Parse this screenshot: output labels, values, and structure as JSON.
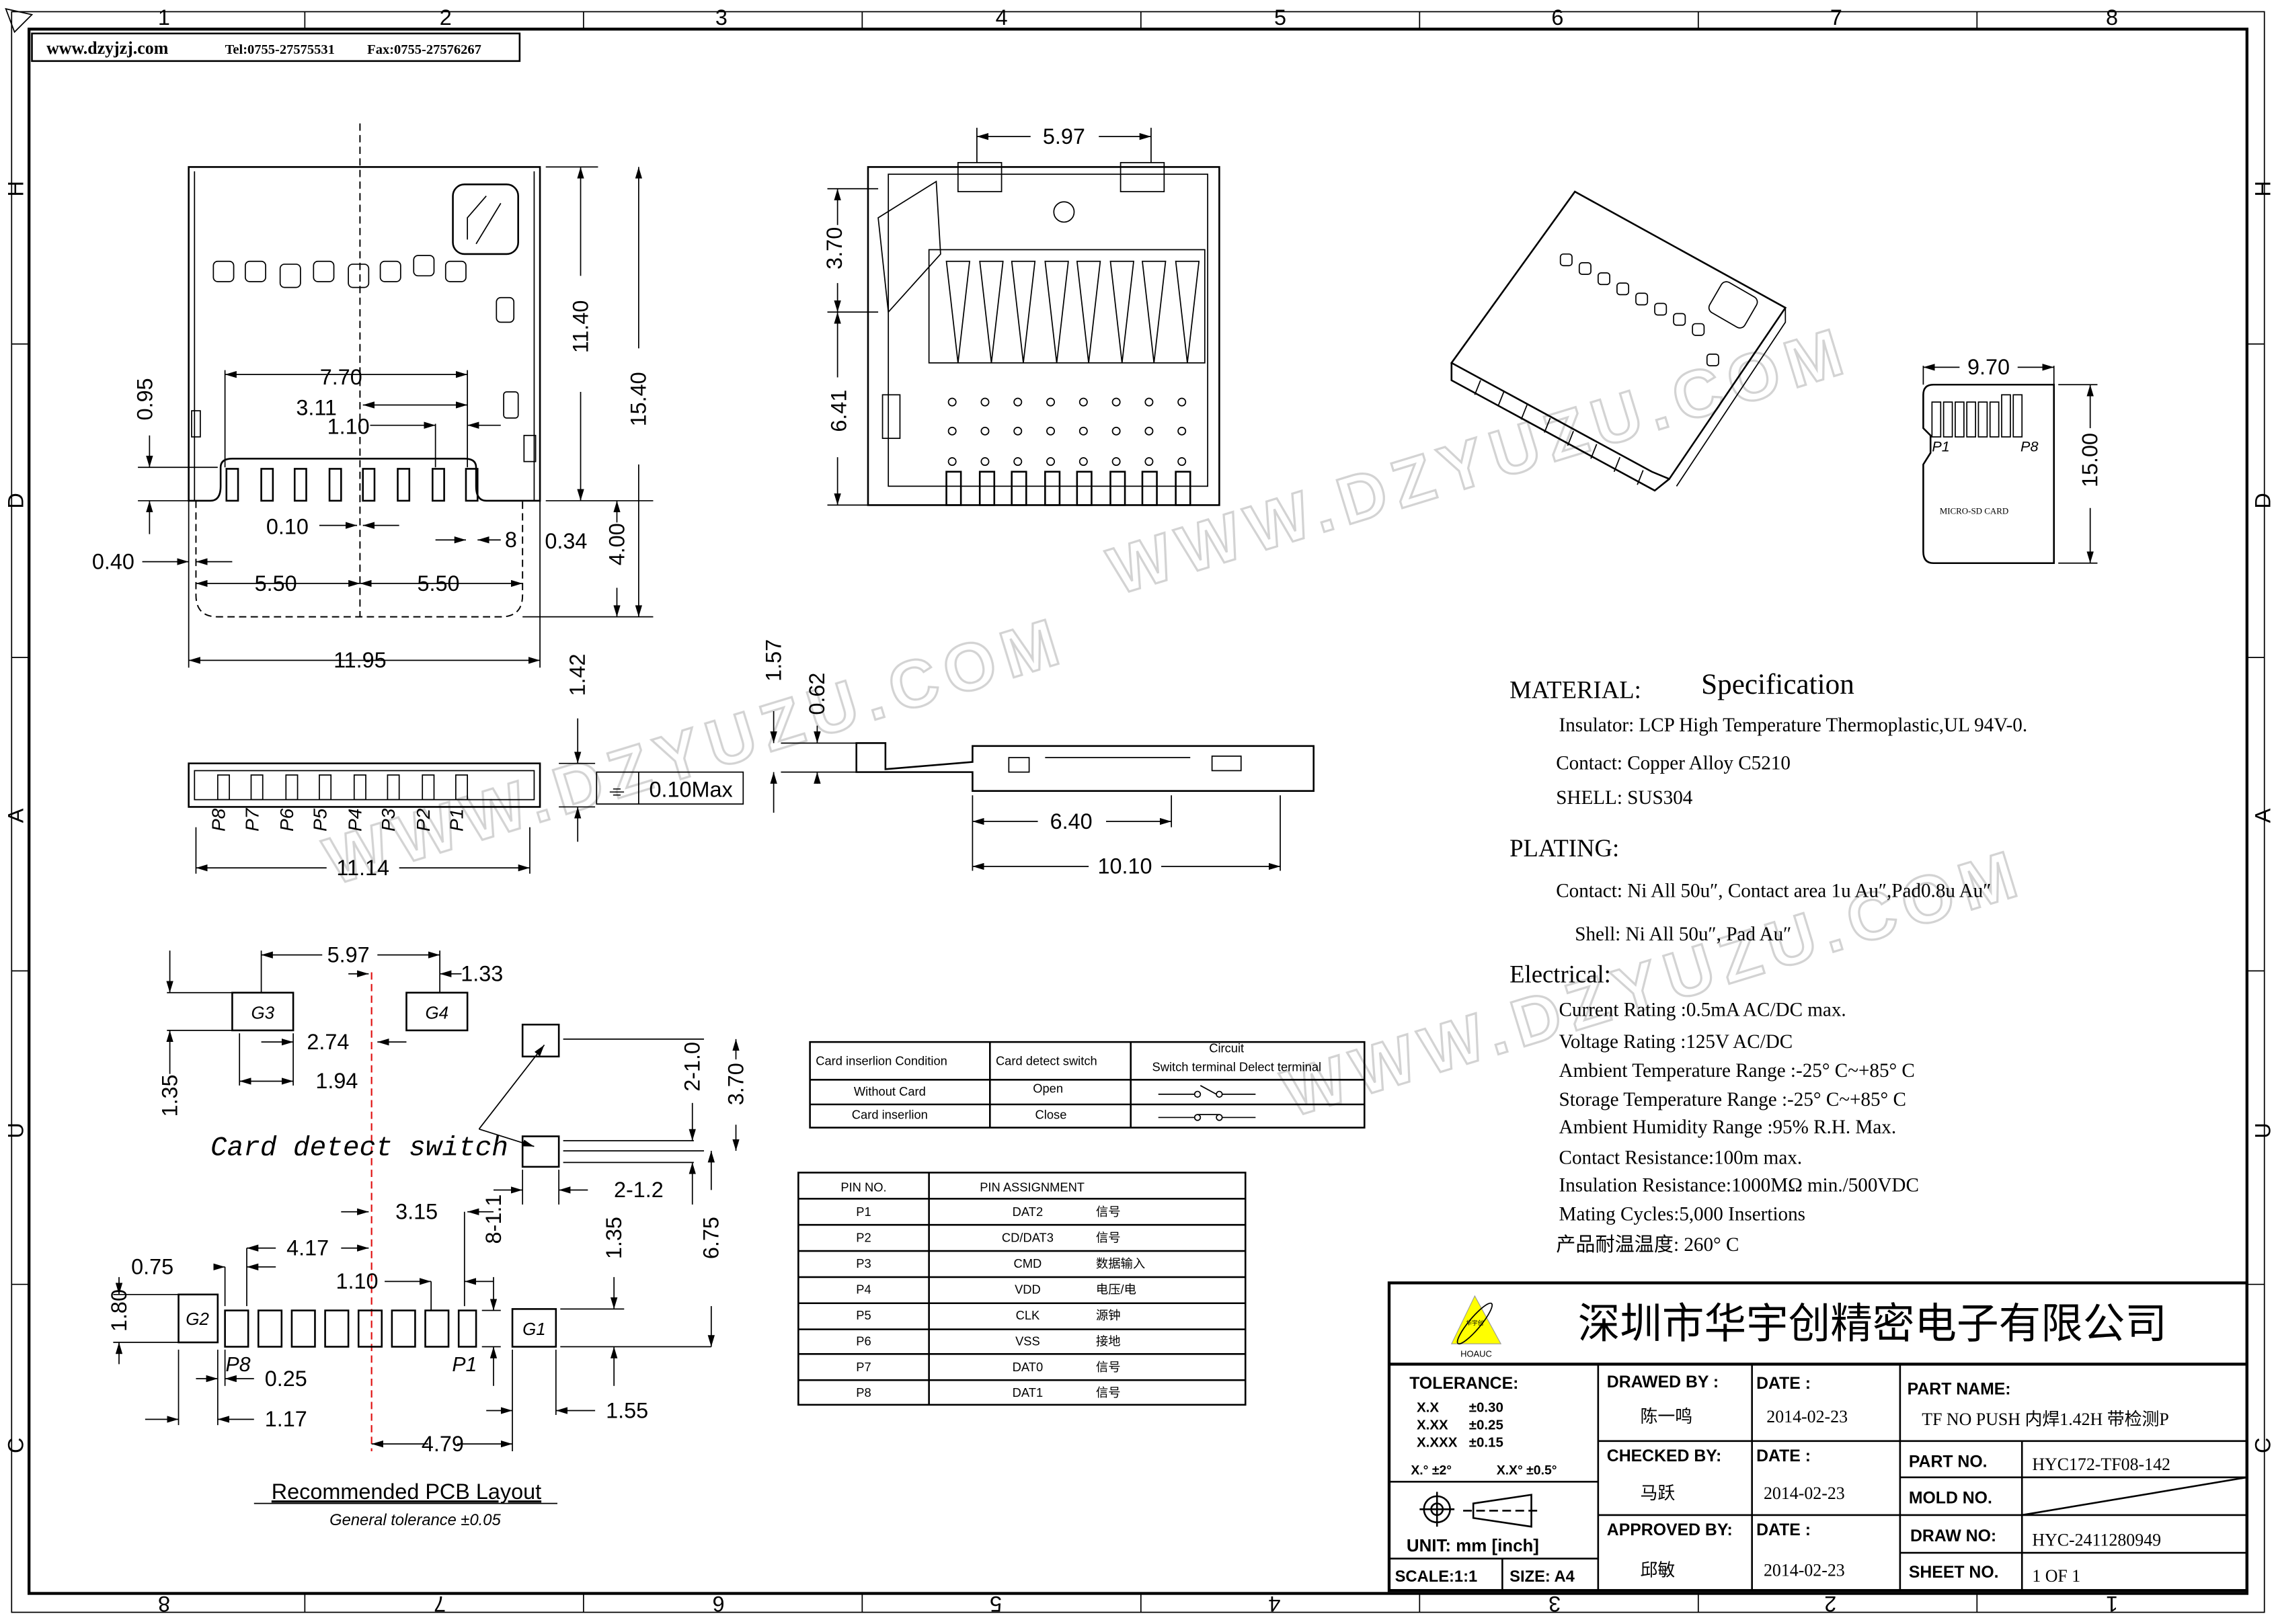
{
  "header": {
    "website": "www.dzyjzj.com",
    "tel": "Tel:0755-27575531",
    "fax": "Fax:0755-27576267"
  },
  "grid": {
    "columns_top": [
      "1",
      "2",
      "3",
      "4",
      "5",
      "6",
      "7",
      "8"
    ],
    "columns_bottom": [
      "8",
      "7",
      "6",
      "5",
      "4",
      "3",
      "2",
      "1"
    ],
    "rows": [
      "H",
      "D",
      "A",
      "U",
      "C"
    ]
  },
  "watermark": "WWW.DZYUZU.COM",
  "colors": {
    "centerline": "#e01010",
    "logo_yellow": "#ffff00",
    "line": "#000000"
  },
  "top_view": {
    "dims": [
      "0.95",
      "7.70",
      "3.11",
      "1.10",
      "0.10",
      "8",
      "0.34",
      "0.40",
      "5.50",
      "5.50",
      "11.95",
      "11.40",
      "15.40",
      "4.00"
    ]
  },
  "front_view": {
    "dims": [
      "5.97",
      "3.70",
      "6.41"
    ]
  },
  "card": {
    "width": "9.70",
    "height": "15.00",
    "p1": "P1",
    "p8": "P8",
    "label": "MICRO-SD CARD"
  },
  "side_view": {
    "dims": [
      "1.42",
      "0.10Max",
      "11.14"
    ],
    "flatness_symbol": "⌯",
    "pins": [
      "P8",
      "P7",
      "P6",
      "P5",
      "P4",
      "P3",
      "P2",
      "P1"
    ]
  },
  "side_view_2": {
    "dims": [
      "1.57",
      "0.62",
      "6.40",
      "10.10"
    ]
  },
  "pcb": {
    "title": "Recommended PCB Layout",
    "subtitle": "General tolerance ±0.05",
    "pads": {
      "g1": "G1",
      "g2": "G2",
      "g3": "G3",
      "g4": "G4",
      "p1": "P1",
      "p8": "P8"
    },
    "switch_label": "Card detect switch",
    "dims": [
      "5.97",
      "1.33",
      "2.74",
      "1.94",
      "1.35",
      "2-1.0",
      "3.70",
      "2-1.2",
      "3.15",
      "8-1.1",
      "1.35",
      "6.75",
      "4.17",
      "0.75",
      "1.10",
      "1.80",
      "0.25",
      "1.17",
      "1.55",
      "4.79"
    ]
  },
  "switch_table": {
    "headers": [
      "Card inserlion Condition",
      "Card detect switch",
      "Circuit",
      "Switch terminal Delect terminal"
    ],
    "rows": [
      {
        "condition": "Without Card",
        "state": "Open"
      },
      {
        "condition": "Card inserlion",
        "state": "Close"
      }
    ]
  },
  "pin_table": {
    "headers": [
      "PIN NO.",
      "PIN ASSIGNMENT"
    ],
    "rows": [
      {
        "pin": "P1",
        "signal": "DAT2",
        "desc": "信号"
      },
      {
        "pin": "P2",
        "signal": "CD/DAT3",
        "desc": "信号"
      },
      {
        "pin": "P3",
        "signal": "CMD",
        "desc": "数据输入"
      },
      {
        "pin": "P4",
        "signal": "VDD",
        "desc": "电压/电"
      },
      {
        "pin": "P5",
        "signal": "CLK",
        "desc": "源钟"
      },
      {
        "pin": "P6",
        "signal": "VSS",
        "desc": "接地"
      },
      {
        "pin": "P7",
        "signal": "DAT0",
        "desc": "信号"
      },
      {
        "pin": "P8",
        "signal": "DAT1",
        "desc": "信号"
      }
    ]
  },
  "spec": {
    "title": "Specification",
    "material_heading": "MATERIAL:",
    "material": [
      "Insulator: LCP High Temperature Thermoplastic,UL 94V-0.",
      "Contact: Copper Alloy C5210",
      "SHELL: SUS304"
    ],
    "plating_heading": "PLATING:",
    "plating": [
      "Contact: Ni All 50u″, Contact area 1u Au″,Pad0.8u Au″",
      "Shell: Ni All 50u″, Pad Au″"
    ],
    "electrical_heading": "Electrical:",
    "electrical": [
      "Current Rating :0.5mA AC/DC max.",
      "Voltage Rating :125V AC/DC",
      "Ambient Temperature Range :-25° C~+85° C",
      "Storage Temperature Range :-25° C~+85° C",
      "Ambient Humidity Range :95% R.H. Max.",
      "Contact Resistance:100m  max.",
      "Insulation Resistance:1000MΩ min./500VDC",
      "Mating Cycles:5,000 Insertions",
      "产品耐温温度: 260° C"
    ]
  },
  "title_block": {
    "company": "深圳市华宇创精密电子有限公司",
    "logo_text": "HOAUC",
    "logo_cn": "华宇创",
    "tolerance_label": "TOLERANCE:",
    "tolerances": [
      {
        "fmt": "X.X",
        "val": "±0.30"
      },
      {
        "fmt": "X.XX",
        "val": "±0.25"
      },
      {
        "fmt": "X.XXX",
        "val": "±0.15"
      }
    ],
    "angle_tol": [
      "X.° ±2°",
      "X.X° ±0.5°"
    ],
    "unit": "UNIT:  mm  [inch]",
    "scale": "SCALE:1:1",
    "size": "SIZE:  A4",
    "drawed_by_label": "DRAWED BY :",
    "drawed_by": "陈一鸣",
    "checked_by_label": "CHECKED BY:",
    "checked_by": "马跃",
    "approved_by_label": "APPROVED BY:",
    "approved_by": "邱敏",
    "date_label": "DATE :",
    "dates": [
      "2014-02-23",
      "2014-02-23",
      "2014-02-23"
    ],
    "part_name_label": "PART NAME:",
    "part_name": "TF NO PUSH 内焊1.42H 带检测P",
    "part_no_label": "PART NO.",
    "part_no": "HYC172-TF08-142",
    "mold_no_label": "MOLD NO.",
    "draw_no_label": "DRAW NO:",
    "draw_no": "HYC-2411280949",
    "sheet_no_label": "SHEET NO.",
    "sheet_no": "1 OF 1"
  }
}
